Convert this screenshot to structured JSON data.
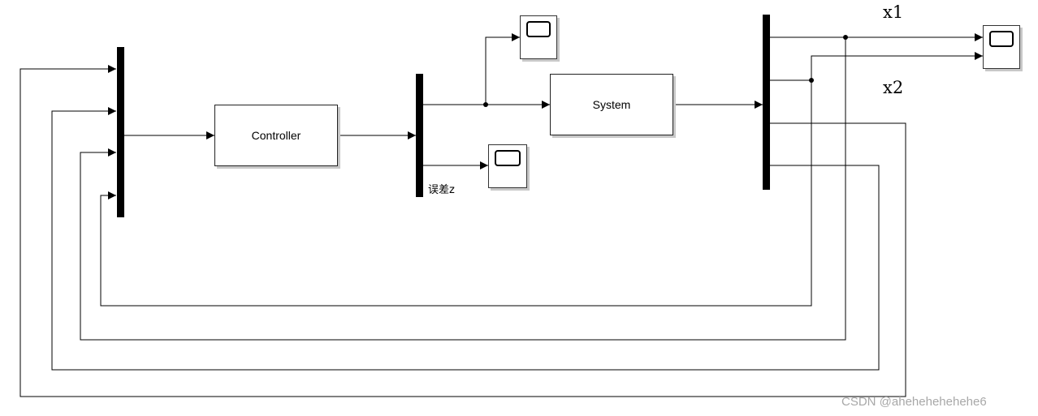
{
  "blocks": {
    "controller": "Controller",
    "system": "System"
  },
  "labels": {
    "mux_label": "误差z",
    "x1": "x1",
    "x2": "x2"
  },
  "watermark": "CSDN @ahehehehehehe6",
  "colors": {
    "line": "#000000",
    "block_shadow": "#c8c8c8",
    "watermark": "#a8a8a8"
  }
}
